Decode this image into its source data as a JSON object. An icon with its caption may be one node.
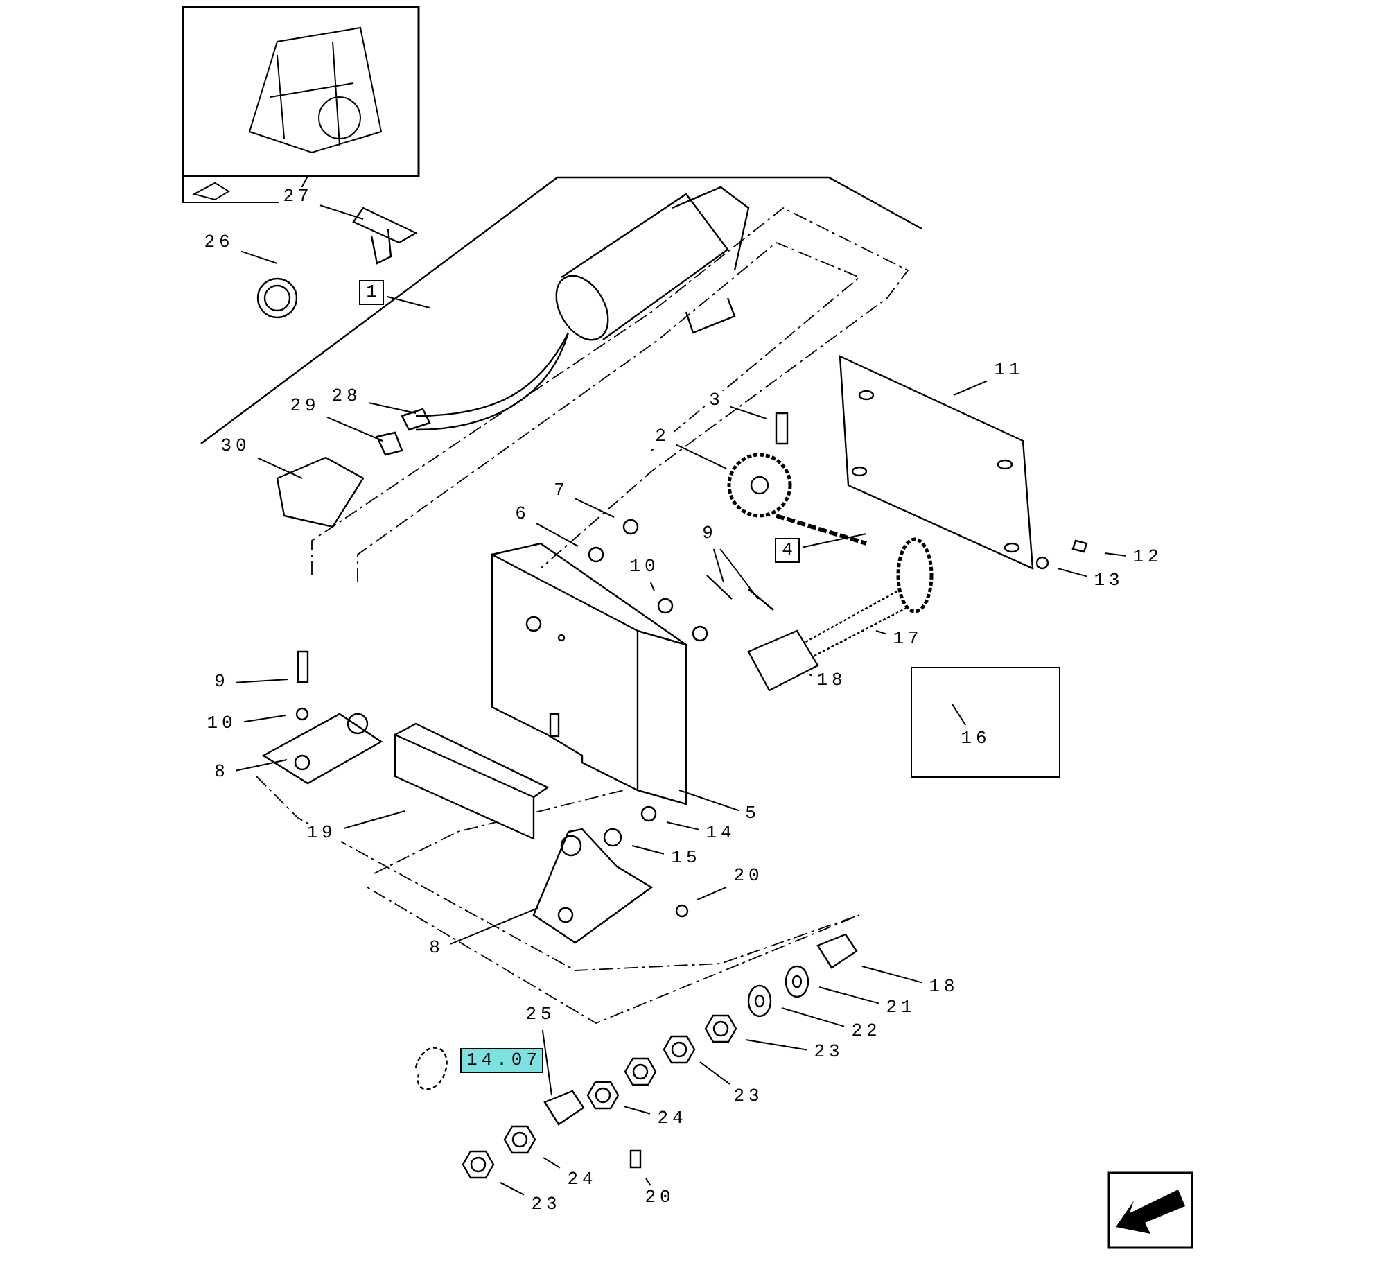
{
  "diagram": {
    "nodes": [
      {
        "text": [
          "27"
        ]
      },
      {
        "text": [
          "26"
        ]
      },
      {
        "text": [
          "1"
        ]
      },
      {
        "text": [
          "28"
        ]
      },
      {
        "text": [
          "29"
        ]
      },
      {
        "text": [
          "30"
        ]
      },
      {
        "text": [
          "11"
        ]
      },
      {
        "text": [
          "3"
        ]
      },
      {
        "text": [
          "2"
        ]
      },
      {
        "text": [
          "7"
        ]
      },
      {
        "text": [
          "6"
        ]
      },
      {
        "text": [
          "9"
        ]
      },
      {
        "text": [
          "10"
        ]
      },
      {
        "text": [
          "4"
        ]
      },
      {
        "text": [
          "12"
        ]
      },
      {
        "text": [
          "13"
        ]
      },
      {
        "text": [
          "17"
        ]
      },
      {
        "text": [
          "18"
        ]
      },
      {
        "text": [],
        "shape": "box"
      },
      {
        "text": [
          "16"
        ],
        "in": 18
      },
      {
        "text": [
          "9"
        ]
      },
      {
        "text": [
          "10"
        ]
      },
      {
        "text": [
          "8"
        ]
      },
      {
        "text": [
          "19"
        ]
      },
      {
        "text": [
          "5"
        ]
      },
      {
        "text": [
          "14"
        ]
      },
      {
        "text": [
          "15"
        ]
      },
      {
        "text": [
          "20"
        ]
      },
      {
        "text": [
          "8"
        ]
      },
      {
        "text": [
          "18"
        ]
      },
      {
        "text": [
          "21"
        ]
      },
      {
        "text": [
          "22"
        ]
      },
      {
        "text": [
          "23"
        ]
      },
      {
        "text": [
          "25"
        ]
      },
      {
        "text": [
          "14.07"
        ]
      },
      {
        "text": [
          "23"
        ]
      },
      {
        "text": [
          "24"
        ]
      },
      {
        "text": [
          "24"
        ]
      },
      {
        "text": [
          "23"
        ]
      },
      {
        "text": [
          "20"
        ]
      }
    ],
    "edges": [
      {
        "from": 0,
        "to": null,
        "arrow": "none"
      },
      {
        "from": 1,
        "to": null,
        "arrow": "none"
      },
      {
        "from": 2,
        "to": null,
        "arrow": "none"
      },
      {
        "from": 3,
        "to": null,
        "arrow": "none"
      },
      {
        "from": 4,
        "to": null,
        "arrow": "none"
      },
      {
        "from": 5,
        "to": null,
        "arrow": "none"
      },
      {
        "from": 6,
        "to": null,
        "arrow": "none"
      },
      {
        "from": 7,
        "to": null,
        "arrow": "none"
      },
      {
        "from": 8,
        "to": null,
        "arrow": "none"
      },
      {
        "from": 9,
        "to": null,
        "arrow": "none"
      },
      {
        "from": 10,
        "to": null,
        "arrow": "none"
      },
      {
        "from": 11,
        "to": null,
        "arrow": "none"
      },
      {
        "from": 11,
        "to": null,
        "arrow": "none"
      },
      {
        "from": 12,
        "to": null,
        "arrow": "none"
      },
      {
        "from": 13,
        "to": null,
        "arrow": "none"
      },
      {
        "from": 14,
        "to": null,
        "arrow": "none"
      },
      {
        "from": 15,
        "to": null,
        "arrow": "none"
      },
      {
        "from": 16,
        "to": null,
        "arrow": "none"
      },
      {
        "from": 17,
        "to": null,
        "arrow": "none"
      },
      {
        "from": 19,
        "to": null,
        "arrow": "none"
      },
      {
        "from": 20,
        "to": null,
        "arrow": "none"
      },
      {
        "from": 21,
        "to": null,
        "arrow": "none"
      },
      {
        "from": 22,
        "to": null,
        "arrow": "none"
      },
      {
        "from": 23,
        "to": null,
        "arrow": "none"
      },
      {
        "from": 24,
        "to": null,
        "arrow": "none"
      },
      {
        "from": 25,
        "to": null,
        "arrow": "none"
      },
      {
        "from": 26,
        "to": null,
        "arrow": "none"
      },
      {
        "from": 27,
        "to": null,
        "arrow": "none"
      },
      {
        "from": 28,
        "to": null,
        "arrow": "none"
      },
      {
        "from": 29,
        "to": null,
        "arrow": "none"
      },
      {
        "from": 30,
        "to": null,
        "arrow": "none"
      },
      {
        "from": 31,
        "to": null,
        "arrow": "none"
      },
      {
        "from": 32,
        "to": null,
        "arrow": "none"
      },
      {
        "from": 33,
        "to": null,
        "arrow": "none"
      },
      {
        "from": 35,
        "to": null,
        "arrow": "none"
      },
      {
        "from": 36,
        "to": null,
        "arrow": "none"
      },
      {
        "from": 37,
        "to": null,
        "arrow": "none"
      },
      {
        "from": 38,
        "to": null,
        "arrow": "none"
      },
      {
        "from": 39,
        "to": null,
        "arrow": "none"
      }
    ]
  }
}
